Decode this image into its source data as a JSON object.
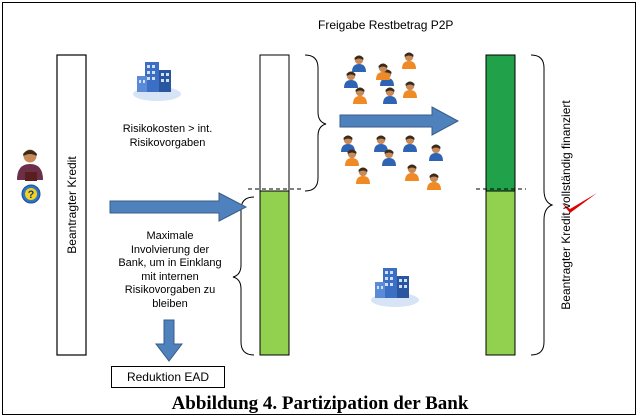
{
  "labels": {
    "beantragter_kredit": "Beantragter Kredit",
    "freigabe": "Freigabe Restbetrag P2P",
    "risikokosten_line1": "Risikokosten > int.",
    "risikokosten_line2": "Risikovorgaben",
    "maximale_lines": [
      "Maximale",
      "Involvierung der",
      "Bank, um in Einklang",
      "mit internen",
      "Risikovorgaben zu",
      "bleiben"
    ],
    "reduktion": "Reduktion EAD",
    "vollstaendig": "Beantragter Kredit vollständig finanziert",
    "caption": "Abbildung 4. Partizipation der Bank"
  },
  "colors": {
    "green_light": "#92d050",
    "green_dark": "#21a14a",
    "arrow_blue": "#4f81bd",
    "check_red": "#e00000",
    "building_blue": "#3c6fc4"
  },
  "icons": [
    "person-icon",
    "question-icon",
    "building-icon",
    "investor-icon",
    "checkmark-icon"
  ]
}
